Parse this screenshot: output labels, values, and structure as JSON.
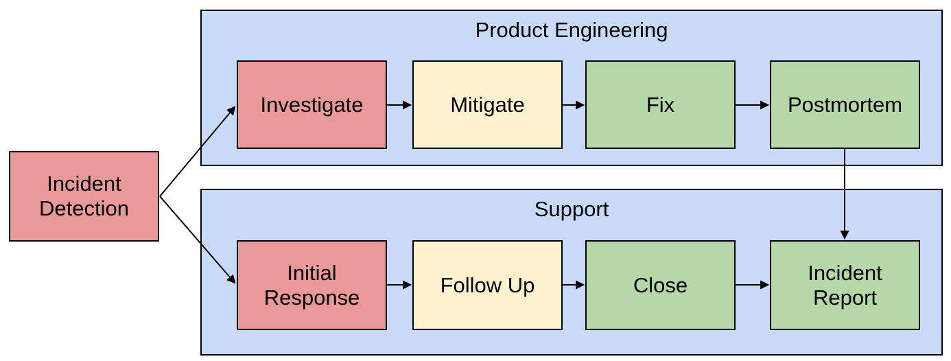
{
  "diagram": {
    "type": "flowchart",
    "detection": {
      "label": "Incident Detection",
      "color": "red"
    },
    "lanes": [
      {
        "title": "Product Engineering",
        "steps": [
          {
            "label": "Investigate",
            "color": "red"
          },
          {
            "label": "Mitigate",
            "color": "yellow"
          },
          {
            "label": "Fix",
            "color": "green"
          },
          {
            "label": "Postmortem",
            "color": "green"
          }
        ]
      },
      {
        "title": "Support",
        "steps": [
          {
            "label": "Initial Response",
            "color": "red"
          },
          {
            "label": "Follow Up",
            "color": "yellow"
          },
          {
            "label": "Close",
            "color": "green"
          },
          {
            "label": "Incident Report",
            "color": "green"
          }
        ]
      }
    ],
    "edges": [
      {
        "from": "Incident Detection",
        "to": "Investigate"
      },
      {
        "from": "Incident Detection",
        "to": "Initial Response"
      },
      {
        "from": "Investigate",
        "to": "Mitigate"
      },
      {
        "from": "Mitigate",
        "to": "Fix"
      },
      {
        "from": "Fix",
        "to": "Postmortem"
      },
      {
        "from": "Postmortem",
        "to": "Incident Report"
      },
      {
        "from": "Initial Response",
        "to": "Follow Up"
      },
      {
        "from": "Follow Up",
        "to": "Close"
      },
      {
        "from": "Close",
        "to": "Incident Report"
      }
    ],
    "colors": {
      "red": "#ea9999",
      "yellow": "#fff2cc",
      "green": "#b6d7a8",
      "lane_bg": "#c9daf8",
      "border": "#000000",
      "canvas_bg": "#ffffff",
      "arrow": "#000000"
    }
  }
}
